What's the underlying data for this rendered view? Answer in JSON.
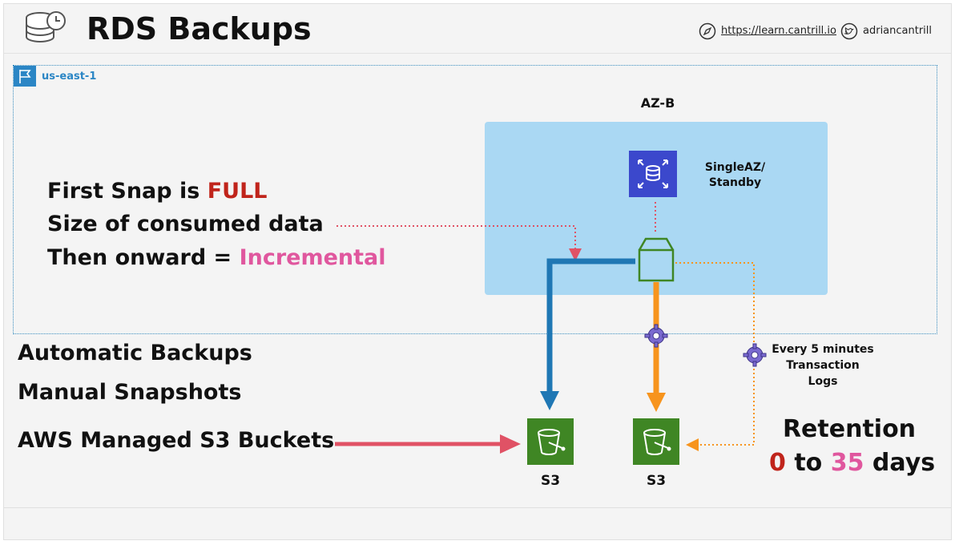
{
  "header": {
    "title": "RDS Backups",
    "url": "https://learn.cantrill.io",
    "handle": "adriancantrill"
  },
  "region": {
    "label": "us-east-1"
  },
  "az": {
    "label": "AZ-B"
  },
  "db_instance": {
    "label_line1": "SingleAZ/",
    "label_line2": "Standby"
  },
  "snapshot_notes": {
    "line1_prefix": "First Snap is ",
    "line1_highlight": "FULL",
    "line2": "Size of consumed data",
    "line3_prefix": "Then onward = ",
    "line3_highlight": "Incremental"
  },
  "features": {
    "automatic": "Automatic Backups",
    "manual": "Manual Snapshots",
    "managed": "AWS Managed S3 Buckets"
  },
  "buckets": [
    {
      "label": "S3"
    },
    {
      "label": "S3"
    }
  ],
  "transaction_logs": {
    "line1": "Every 5 minutes",
    "line2": "Transaction Logs"
  },
  "retention": {
    "title": "Retention",
    "min": "0",
    "to": " to ",
    "max": "35",
    "unit": " days"
  },
  "colors": {
    "region_border": "#3d8fc0",
    "az_fill": "#aad8f3",
    "rds": "#3b48cc",
    "s3": "#3f8624",
    "blue_arrow": "#1f77b4",
    "orange_arrow": "#f7941d",
    "red_arrow": "#e05265",
    "full": "#c0241b",
    "incremental": "#e0579e"
  }
}
